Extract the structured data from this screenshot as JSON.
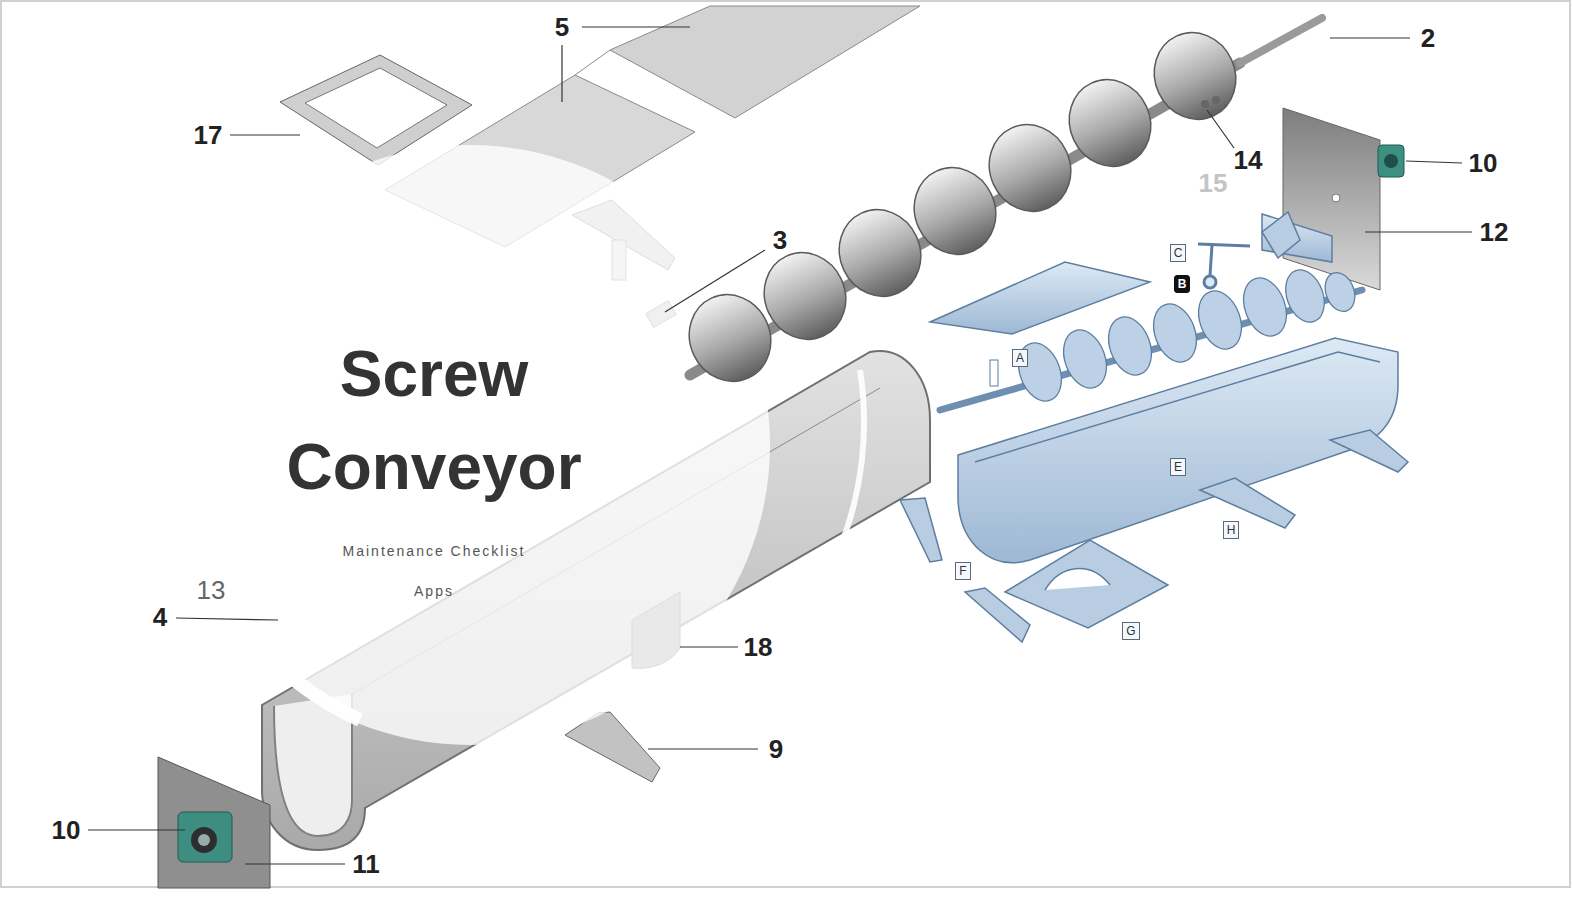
{
  "diagram": {
    "title": "Screw Conveyor",
    "nodes": [
      {
        "text": [
          "C"
        ]
      },
      {
        "text": [
          "B"
        ]
      },
      {
        "text": [
          "A"
        ]
      },
      {
        "text": [
          "E"
        ]
      },
      {
        "text": [
          "H"
        ]
      },
      {
        "text": [
          "F"
        ]
      },
      {
        "text": [
          "G"
        ]
      }
    ],
    "labels": [
      "5",
      "17",
      "3",
      "2",
      "14",
      "15",
      "10",
      "12",
      "Maintenance Checklist",
      "Apps",
      "13",
      "4",
      "18",
      "9",
      "10",
      "11"
    ]
  }
}
